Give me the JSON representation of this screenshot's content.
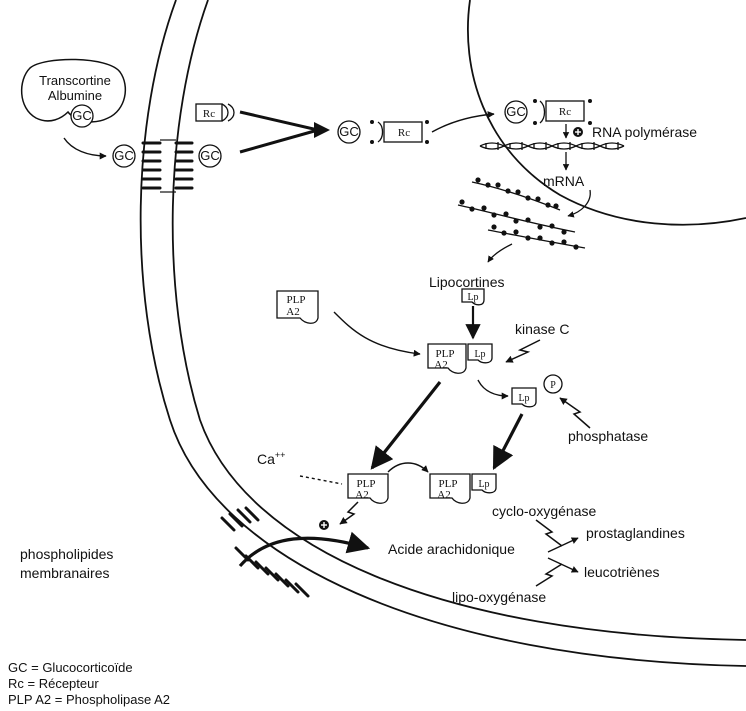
{
  "plasma": {
    "carrier_line1": "Transcortine",
    "carrier_line2": "Albumine"
  },
  "molecules": {
    "gc": "GC",
    "rc": "Rc",
    "lp": "Lp",
    "plp_line1": "PLP",
    "plp_line2": "A2",
    "p": "P"
  },
  "signs": {
    "plus": "⊕"
  },
  "labels": {
    "rna_polymerase": "RNA polymérase",
    "mrna": "mRNA",
    "lipocortines": "Lipocortines",
    "kinase_c": "kinase C",
    "phosphatase": "phosphatase",
    "calcium_base": "Ca",
    "calcium_sup": "++",
    "cyclo": "cyclo-oxygénase",
    "prostaglandines": "prostaglandines",
    "acide": "Acide arachidonique",
    "leucotrienes": "leucotriènes",
    "lipo": "lipo-oxygénase",
    "phospholipides_line1": "phospholipides",
    "phospholipides_line2": "membranaires"
  },
  "legend": [
    "GC = Glucocorticoïde",
    "Rc = Récepteur",
    "PLP A2 = Phospholipase A2"
  ]
}
